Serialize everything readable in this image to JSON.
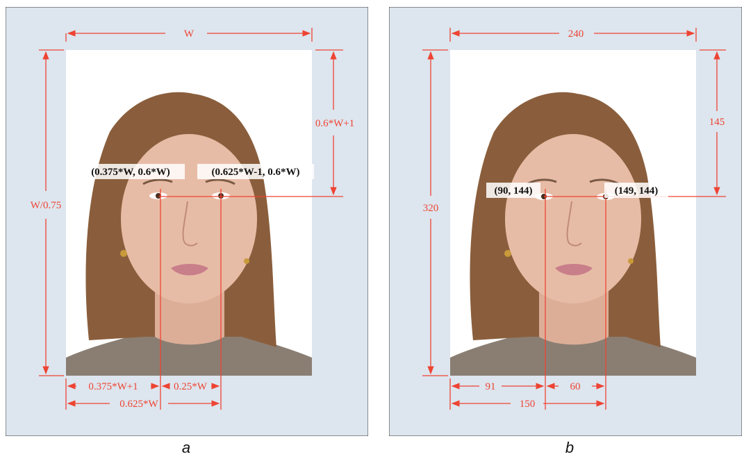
{
  "panel_a": {
    "caption": "a",
    "width_label": "W",
    "height_label": "W/0.75",
    "eye_height_label": "0.6*W+1",
    "left_eye_label": "(0.375*W, 0.6*W)",
    "right_eye_label": "(0.625*W-1, 0.6*W)",
    "bottom_left_label": "0.375*W+1",
    "bottom_mid_label": "0.25*W",
    "bottom_total_label": "0.625*W"
  },
  "panel_b": {
    "caption": "b",
    "width_label": "240",
    "height_label": "320",
    "eye_height_label": "145",
    "left_eye_label": "(90, 144)",
    "right_eye_label": "(149, 144)",
    "bottom_left_label": "91",
    "bottom_mid_label": "60",
    "bottom_total_label": "150"
  },
  "colors": {
    "panel_bg": "#dde5ee",
    "annotation": "#ee4433",
    "photo_bg": "#ffffff",
    "hair": "#8a5e3c",
    "skin": "#e7bca6",
    "shirt": "#8a7e73"
  }
}
